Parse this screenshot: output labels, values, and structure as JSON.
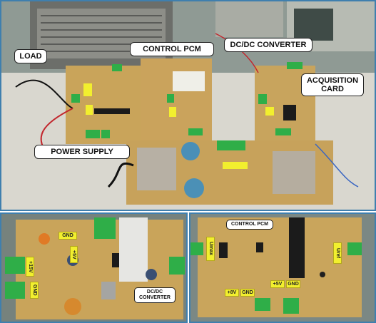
{
  "colors": {
    "frame_border": "#3f7fae",
    "pcb": "#c9a45a",
    "terminal_green": "#2fae48",
    "label_yellow": "#f2ef2e",
    "callout_bg": "#ffffff"
  },
  "top_panel": {
    "labels": {
      "load": "LOAD",
      "control_pcm": "CONTROL PCM",
      "dcdc": "DC/DC CONVERTER",
      "acquisition_line1": "ACQUISITION",
      "acquisition_line2": "CARD",
      "power_supply": "POWER SUPPLY"
    }
  },
  "bottom_left": {
    "labels": {
      "dcdc_line1": "DC/DC",
      "dcdc_line2": "CONVERTER"
    },
    "board_tags": {
      "gnd_top": "GND",
      "v_mid": "+5V",
      "v_left": "+15V",
      "gnd_left": "GND"
    }
  },
  "bottom_right": {
    "labels": {
      "control_pcm": "CONTROL PCM"
    },
    "board_tags": {
      "left_vert": "Umax",
      "right_vert": "Uref",
      "v8": "+8V",
      "gnd1": "GND",
      "v5": "+5V",
      "gnd2": "GND"
    }
  }
}
